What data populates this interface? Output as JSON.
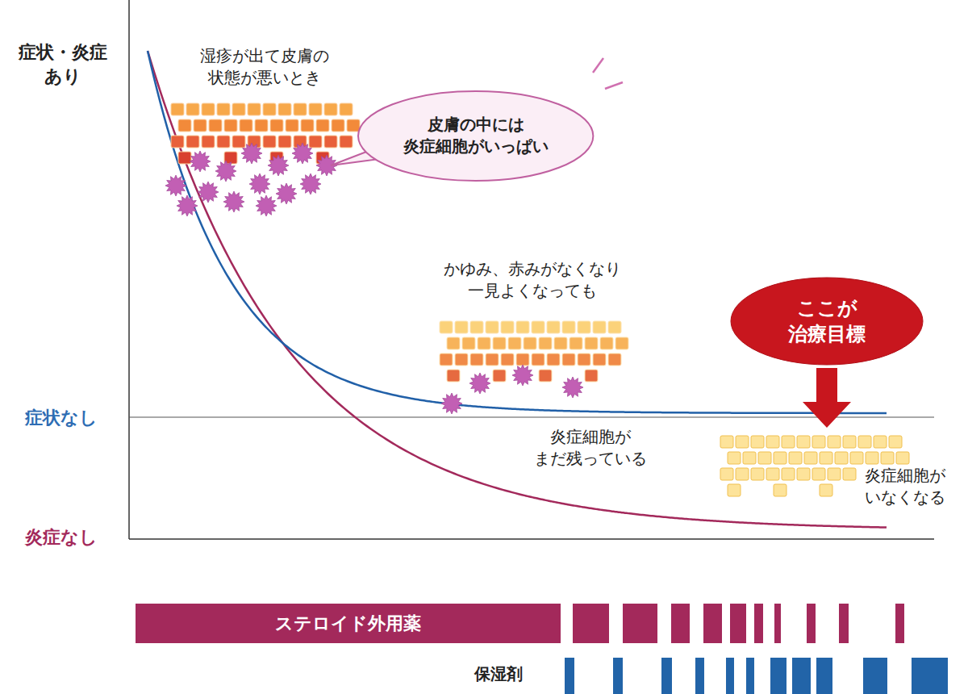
{
  "diagram": {
    "nodes": [
      {
        "text": [
          "皮膚の中には 炎症細胞がいっぱい"
        ]
      },
      {
        "text": [
          "ここが 治療目標"
        ]
      },
      {
        "text": [
          "ステロイド外用薬"
        ]
      }
    ],
    "labels": [
      "症状・炎症 あり",
      "湿疹が出て皮膚の 状態が悪いとき",
      "かゆみ、赤みがなくなり 一見よくなっても",
      "症状なし",
      "炎症細胞が まだ残っている",
      "炎症細胞が いなくなる",
      "炎症なし",
      "保湿剤"
    ]
  }
}
